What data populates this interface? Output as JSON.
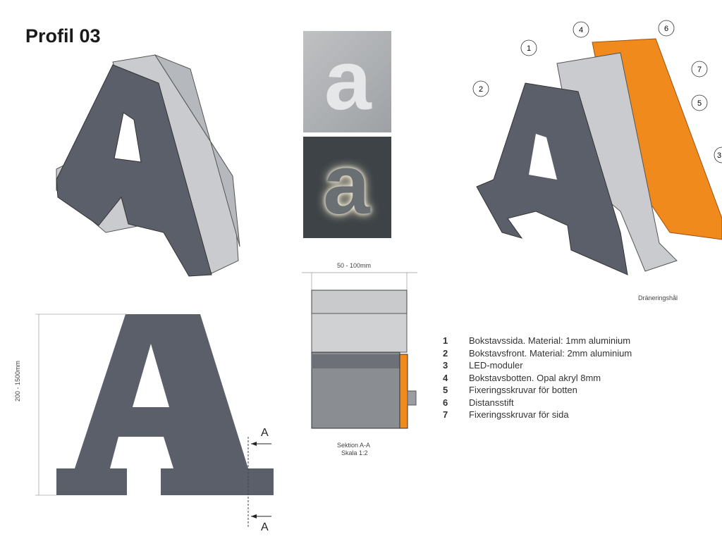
{
  "title": "Profil 03",
  "dimension_width": "50 - 100mm",
  "dimension_height": "200 - 1500mm",
  "section_label": "Sektion A-A",
  "section_scale": "Skala 1:2",
  "section_marker": "A",
  "drain_label": "Dräneringshål",
  "callouts": [
    "1",
    "2",
    "3",
    "4",
    "5",
    "6",
    "7"
  ],
  "legend": [
    {
      "n": "1",
      "text": "Bokstavssida. Material: 1mm aluminium"
    },
    {
      "n": "2",
      "text": "Bokstavsfront. Material: 2mm aluminium"
    },
    {
      "n": "3",
      "text": "LED-moduler"
    },
    {
      "n": "4",
      "text": "Bokstavsbotten. Opal akryl 8mm"
    },
    {
      "n": "5",
      "text": "Fixeringsskruvar för botten"
    },
    {
      "n": "6",
      "text": "Distansstift"
    },
    {
      "n": "7",
      "text": "Fixeringsskruvar för sida"
    }
  ],
  "colors": {
    "front": "#5a5f6a",
    "side": "#c9cbce",
    "orange": "#f08a1c"
  }
}
